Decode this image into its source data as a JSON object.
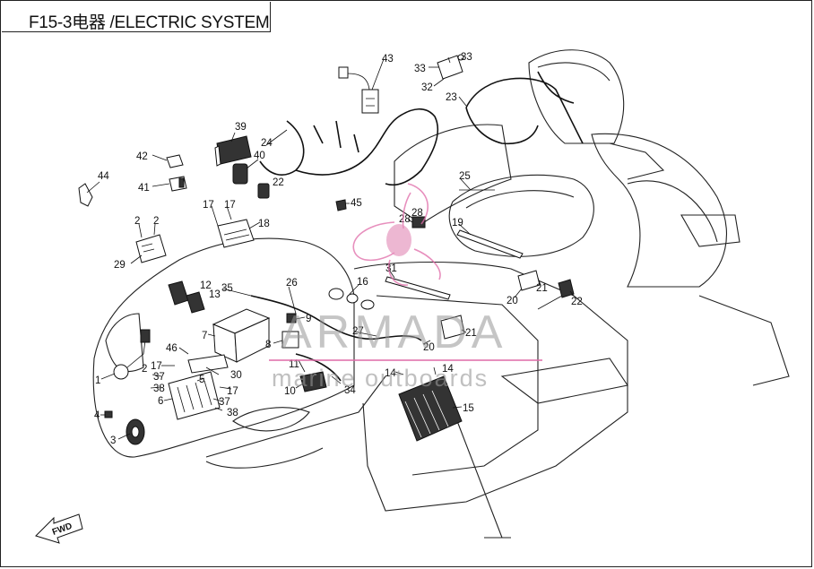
{
  "title": "F15-3电器 /ELECTRIC SYSTEM",
  "watermark": {
    "brand": "ARMADA",
    "tagline": "marine outboards",
    "accent_color": "#e06aa8"
  },
  "direction_tag": "FWD",
  "callouts": [
    "1",
    "2",
    "2",
    "2",
    "3",
    "4",
    "5",
    "6",
    "7",
    "8",
    "9",
    "10",
    "11",
    "12",
    "13",
    "14",
    "14",
    "15",
    "16",
    "17",
    "17",
    "17",
    "17",
    "18",
    "19",
    "20",
    "20",
    "21",
    "21",
    "22",
    "22",
    "23",
    "24",
    "25",
    "26",
    "27",
    "28",
    "28",
    "29",
    "30",
    "31",
    "32",
    "33",
    "33",
    "34",
    "35",
    "37",
    "37",
    "38",
    "38",
    "39",
    "40",
    "41",
    "42",
    "43",
    "44",
    "45",
    "46"
  ]
}
